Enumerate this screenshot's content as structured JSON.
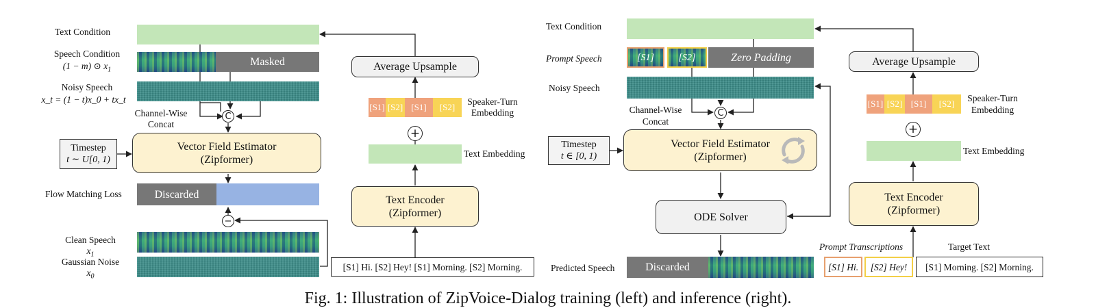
{
  "left": {
    "labels": {
      "text_condition": "Text Condition",
      "speech_condition": "Speech Condition",
      "speech_condition_formula": "(1 − m) ⊙ x",
      "speech_condition_sub": "1",
      "noisy_speech": "Noisy Speech",
      "noisy_speech_formula": "x_t = (1 − t)x_0 + tx_t",
      "channel_wise": "Channel-Wise",
      "concat": "Concat",
      "flow_matching_loss": "Flow Matching Loss",
      "clean_speech": "Clean Speech",
      "clean_speech_var": "x",
      "clean_speech_sub": "1",
      "gaussian_noise": "Gaussian Noise",
      "gaussian_noise_var": "x",
      "gaussian_noise_sub": "0",
      "speaker_turn_embedding_1": "Speaker-Turn",
      "speaker_turn_embedding_2": "Embedding",
      "text_embedding": "Text Embedding"
    },
    "boxes": {
      "masked": "Masked",
      "timestep_1": "Timestep",
      "timestep_2": "t ∼ U[0, 1)",
      "vfe_1": "Vector Field Estimator",
      "vfe_2": "(Zipformer)",
      "discarded": "Discarded",
      "average_upsample": "Average Upsample",
      "text_encoder_1": "Text Encoder",
      "text_encoder_2": "(Zipformer)",
      "input_text": "[S1] Hi. [S2] Hey! [S1] Morning. [S2] Morning."
    },
    "chips": [
      "[S1]",
      "[S2]",
      "[S1]",
      "[S2]"
    ],
    "concat_symbol": "C",
    "plus_symbol": "+",
    "minus_symbol": "−"
  },
  "right": {
    "labels": {
      "text_condition": "Text Condition",
      "prompt_speech": "Prompt Speech",
      "noisy_speech": "Noisy Speech",
      "channel_wise": "Channel-Wise",
      "concat": "Concat",
      "predicted_speech": "Predicted Speech",
      "speaker_turn_embedding_1": "Speaker-Turn",
      "speaker_turn_embedding_2": "Embedding",
      "text_embedding": "Text Embedding",
      "prompt_transcriptions": "Prompt Transcriptions",
      "target_text": "Target Text"
    },
    "boxes": {
      "prompt_s1": "[S1]",
      "prompt_s2": "[S2]",
      "zero_padding": "Zero Padding",
      "timestep_1": "Timestep",
      "timestep_2": "t ∈ [0, 1)",
      "vfe_1": "Vector Field Estimator",
      "vfe_2": "(Zipformer)",
      "ode_solver": "ODE Solver",
      "discarded": "Discarded",
      "average_upsample": "Average Upsample",
      "text_encoder_1": "Text Encoder",
      "text_encoder_2": "(Zipformer)",
      "prompt_text_s1": "[S1] Hi.",
      "prompt_text_s2": "[S2] Hey!",
      "target_text_value": "[S1] Morning. [S2] Morning."
    },
    "chips": [
      "[S1]",
      "[S2]",
      "[S1]",
      "[S2]"
    ],
    "concat_symbol": "C",
    "plus_symbol": "+"
  },
  "caption": "Fig. 1: Illustration of ZipVoice-Dialog training (left) and inference (right)."
}
